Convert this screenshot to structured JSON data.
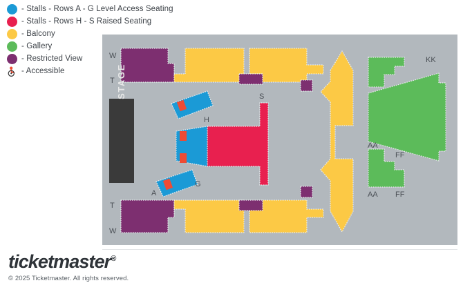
{
  "legend": {
    "items": [
      {
        "icon": "circle-icon",
        "color": "#1b9ad6",
        "label": "- Stalls - Rows A - G Level Access Seating"
      },
      {
        "icon": "circle-icon",
        "color": "#e8204f",
        "label": "- Stalls - Rows H - S Raised Seating"
      },
      {
        "icon": "circle-icon",
        "color": "#fcc945",
        "label": "- Balcony"
      },
      {
        "icon": "circle-icon",
        "color": "#5cbb5a",
        "label": "- Gallery"
      },
      {
        "icon": "circle-icon",
        "color": "#7d2f70",
        "label": "- Restricted View"
      },
      {
        "icon": "wheelchair-icon",
        "color": "#ef4b33",
        "label": "- Accessible"
      }
    ]
  },
  "map": {
    "background": "#b2b8bd",
    "stage": {
      "label": "STAGE",
      "color": "#3a3a3a"
    },
    "colors": {
      "stalls_level_access": "#1b9ad6",
      "stalls_raised": "#e8204f",
      "balcony": "#fcc945",
      "gallery": "#5cbb5a",
      "restricted_view": "#7d2f70",
      "accessible_marker": "#ef4b33",
      "outline": "#eceef0"
    },
    "row_labels": {
      "top_left_upper": "W",
      "top_left_lower": "T",
      "bottom_left_upper": "T",
      "bottom_left_lower": "W",
      "stalls_h": "H",
      "stalls_s": "S",
      "stalls_a": "A",
      "stalls_g": "G",
      "gallery_kk": "KK",
      "gallery_aa_inner": "AA",
      "gallery_ff_inner": "FF",
      "gallery_aa_outer": "AA",
      "gallery_ff_outer": "FF"
    }
  },
  "footer": {
    "brand": "ticketmaster",
    "registered_mark": "®",
    "copyright": "© 2025 Ticketmaster. All rights reserved."
  }
}
